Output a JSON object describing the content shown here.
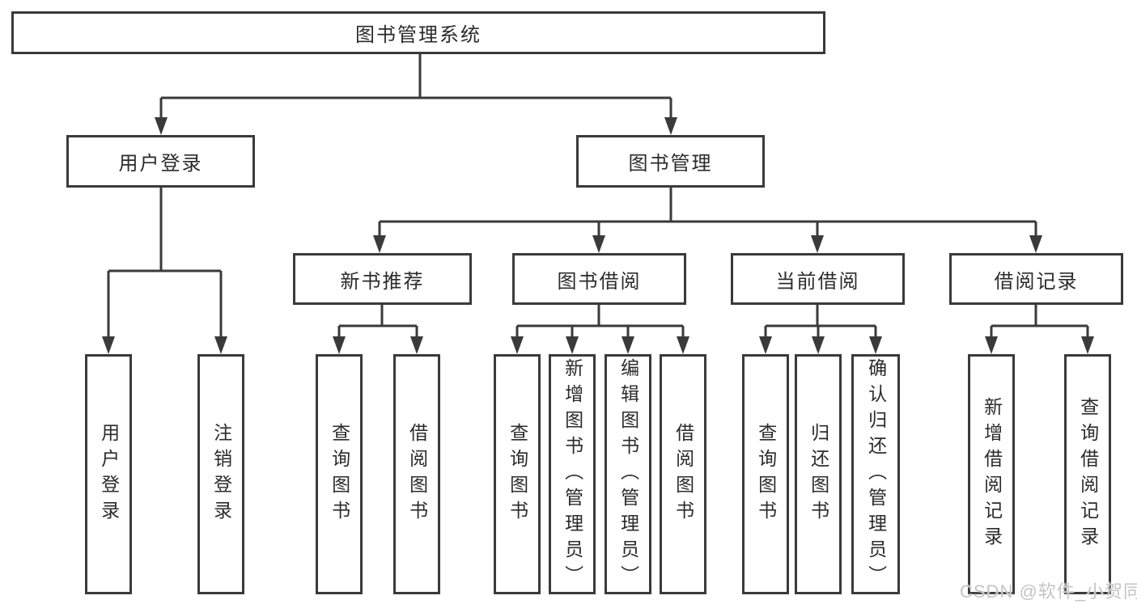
{
  "diagram": {
    "type": "hierarchy-tree",
    "root": {
      "label": "图书管理系统"
    },
    "level2": [
      {
        "label": "用户登录",
        "children": [
          {
            "label": "用户登录"
          },
          {
            "label": "注销登录"
          }
        ]
      },
      {
        "label": "图书管理",
        "groups": [
          {
            "label": "新书推荐",
            "children": [
              {
                "label": "查询图书"
              },
              {
                "label": "借阅图书"
              }
            ]
          },
          {
            "label": "图书借阅",
            "children": [
              {
                "label": "查询图书"
              },
              {
                "label": "新增图书（管理员）"
              },
              {
                "label": "编辑图书（管理员）"
              },
              {
                "label": "借阅图书"
              }
            ]
          },
          {
            "label": "当前借阅",
            "children": [
              {
                "label": "查询图书"
              },
              {
                "label": "归还图书"
              },
              {
                "label": "确认归还（管理员）"
              }
            ]
          },
          {
            "label": "借阅记录",
            "children": [
              {
                "label": "新增借阅记录"
              },
              {
                "label": "查询借阅记录"
              }
            ]
          }
        ]
      }
    ],
    "colors": {
      "line": "#3a3a3a",
      "text": "#2b2b2b",
      "background": "#ffffff",
      "watermark": "#c4c4c4"
    }
  },
  "watermark": {
    "text": "CSDN @软件_小贺同学"
  }
}
